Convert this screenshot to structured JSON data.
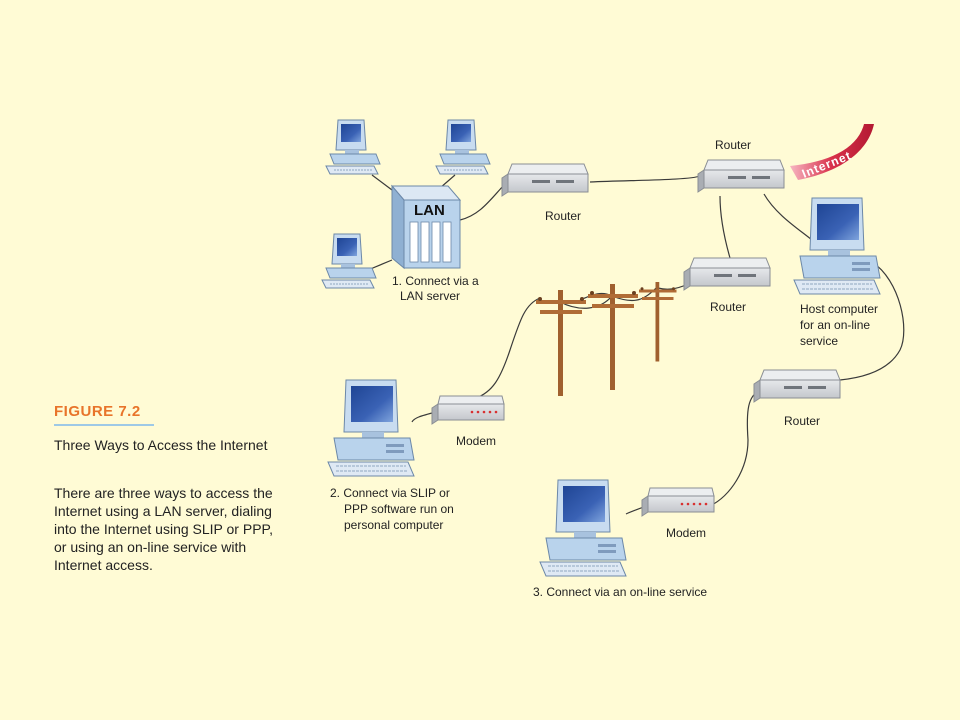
{
  "figure": {
    "number": "FIGURE 7.2",
    "heading": "Three Ways to Access the Internet",
    "caption": "There are three ways to access the Internet using a LAN server, dialing into the Internet using SLIP or PPP, or using an on-line service with Internet access."
  },
  "labels": {
    "lan": "LAN",
    "router": "Router",
    "internet": "Internet",
    "modem": "Modem",
    "method1": [
      "1. Connect via a",
      "LAN server"
    ],
    "method2": [
      "2. Connect via SLIP or",
      "PPP software run on",
      "personal computer"
    ],
    "method3": "3. Connect via an on-line service",
    "host": [
      "Host computer",
      "for an on-line",
      "service"
    ]
  },
  "colors": {
    "page_bg": "#fffbd5",
    "figure_title": "#e8742a",
    "title_rule": "#9ec9e6",
    "device_blue": "#b9d3ec",
    "screen_blue": "#3a62b5",
    "router_gray": "#cfd2d6",
    "pole_brown": "#a0602f",
    "internet_red": "#d8304a"
  }
}
